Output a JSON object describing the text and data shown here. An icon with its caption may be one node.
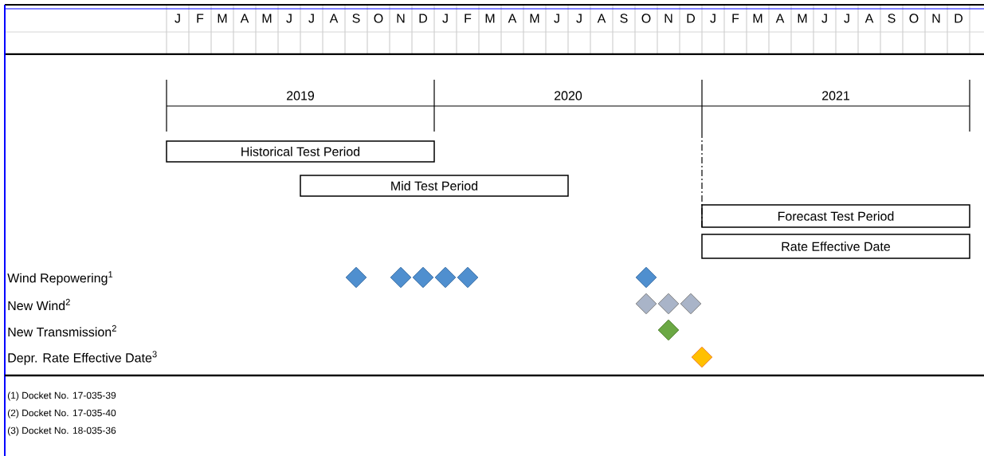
{
  "diagram": {
    "nodes": [
      {
        "text": [
          "Historical Test Period"
        ]
      },
      {
        "text": [
          "Mid Test Period"
        ]
      },
      {
        "text": [
          "Forecast Test Period"
        ]
      },
      {
        "text": [
          "Rate Effective Date"
        ]
      },
      {
        "text": [],
        "shape": "diamond"
      },
      {
        "text": [],
        "shape": "diamond"
      },
      {
        "text": [],
        "shape": "diamond"
      },
      {
        "text": [],
        "shape": "diamond"
      },
      {
        "text": [],
        "shape": "diamond"
      },
      {
        "text": [],
        "shape": "diamond"
      },
      {
        "text": [],
        "shape": "diamond"
      },
      {
        "text": [],
        "shape": "diamond"
      },
      {
        "text": [],
        "shape": "diamond"
      },
      {
        "text": [],
        "shape": "diamond"
      },
      {
        "text": [],
        "shape": "diamond"
      }
    ],
    "labels": [
      "J",
      "F",
      "M",
      "A",
      "M",
      "J",
      "J",
      "A",
      "S",
      "O",
      "N",
      "D",
      "J",
      "F",
      "M",
      "A",
      "M",
      "J",
      "J",
      "A",
      "S",
      "O",
      "N",
      "D",
      "J",
      "F",
      "M",
      "A",
      "M",
      "J",
      "J",
      "A",
      "S",
      "O",
      "N",
      "D",
      "2019",
      "2020",
      "2021",
      "Wind Repowering$^{1}$",
      "New Wind$^{2}$",
      "New Transmission$^{2}$",
      "Depr. Rate Effective Date$^{3}$",
      "(1)  Docket No. 17-035-39",
      "(2) Docket No. 17-035-40",
      "(3) Docket No. 18-035-36"
    ]
  }
}
